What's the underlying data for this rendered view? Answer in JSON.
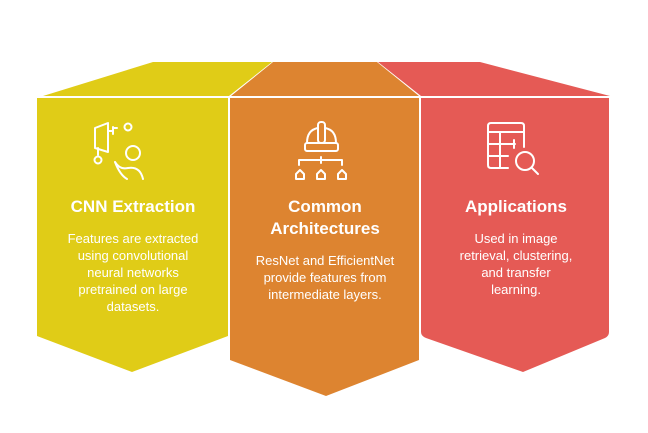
{
  "colors": {
    "yellow": "#E0CC17",
    "orange": "#DD8430",
    "red": "#E55A55"
  },
  "cards": [
    {
      "title": "CNN Extraction",
      "description": "Features are extracted using convolutional neural networks pretrained on large datasets.",
      "icon": "user-network-icon"
    },
    {
      "title": "Common Architectures",
      "description": "ResNet and EfficientNet provide features from intermediate layers.",
      "icon": "hardhat-hierarchy-icon"
    },
    {
      "title": "Applications",
      "description": "Used in image retrieval, clustering, and transfer learning.",
      "icon": "table-search-icon"
    }
  ]
}
